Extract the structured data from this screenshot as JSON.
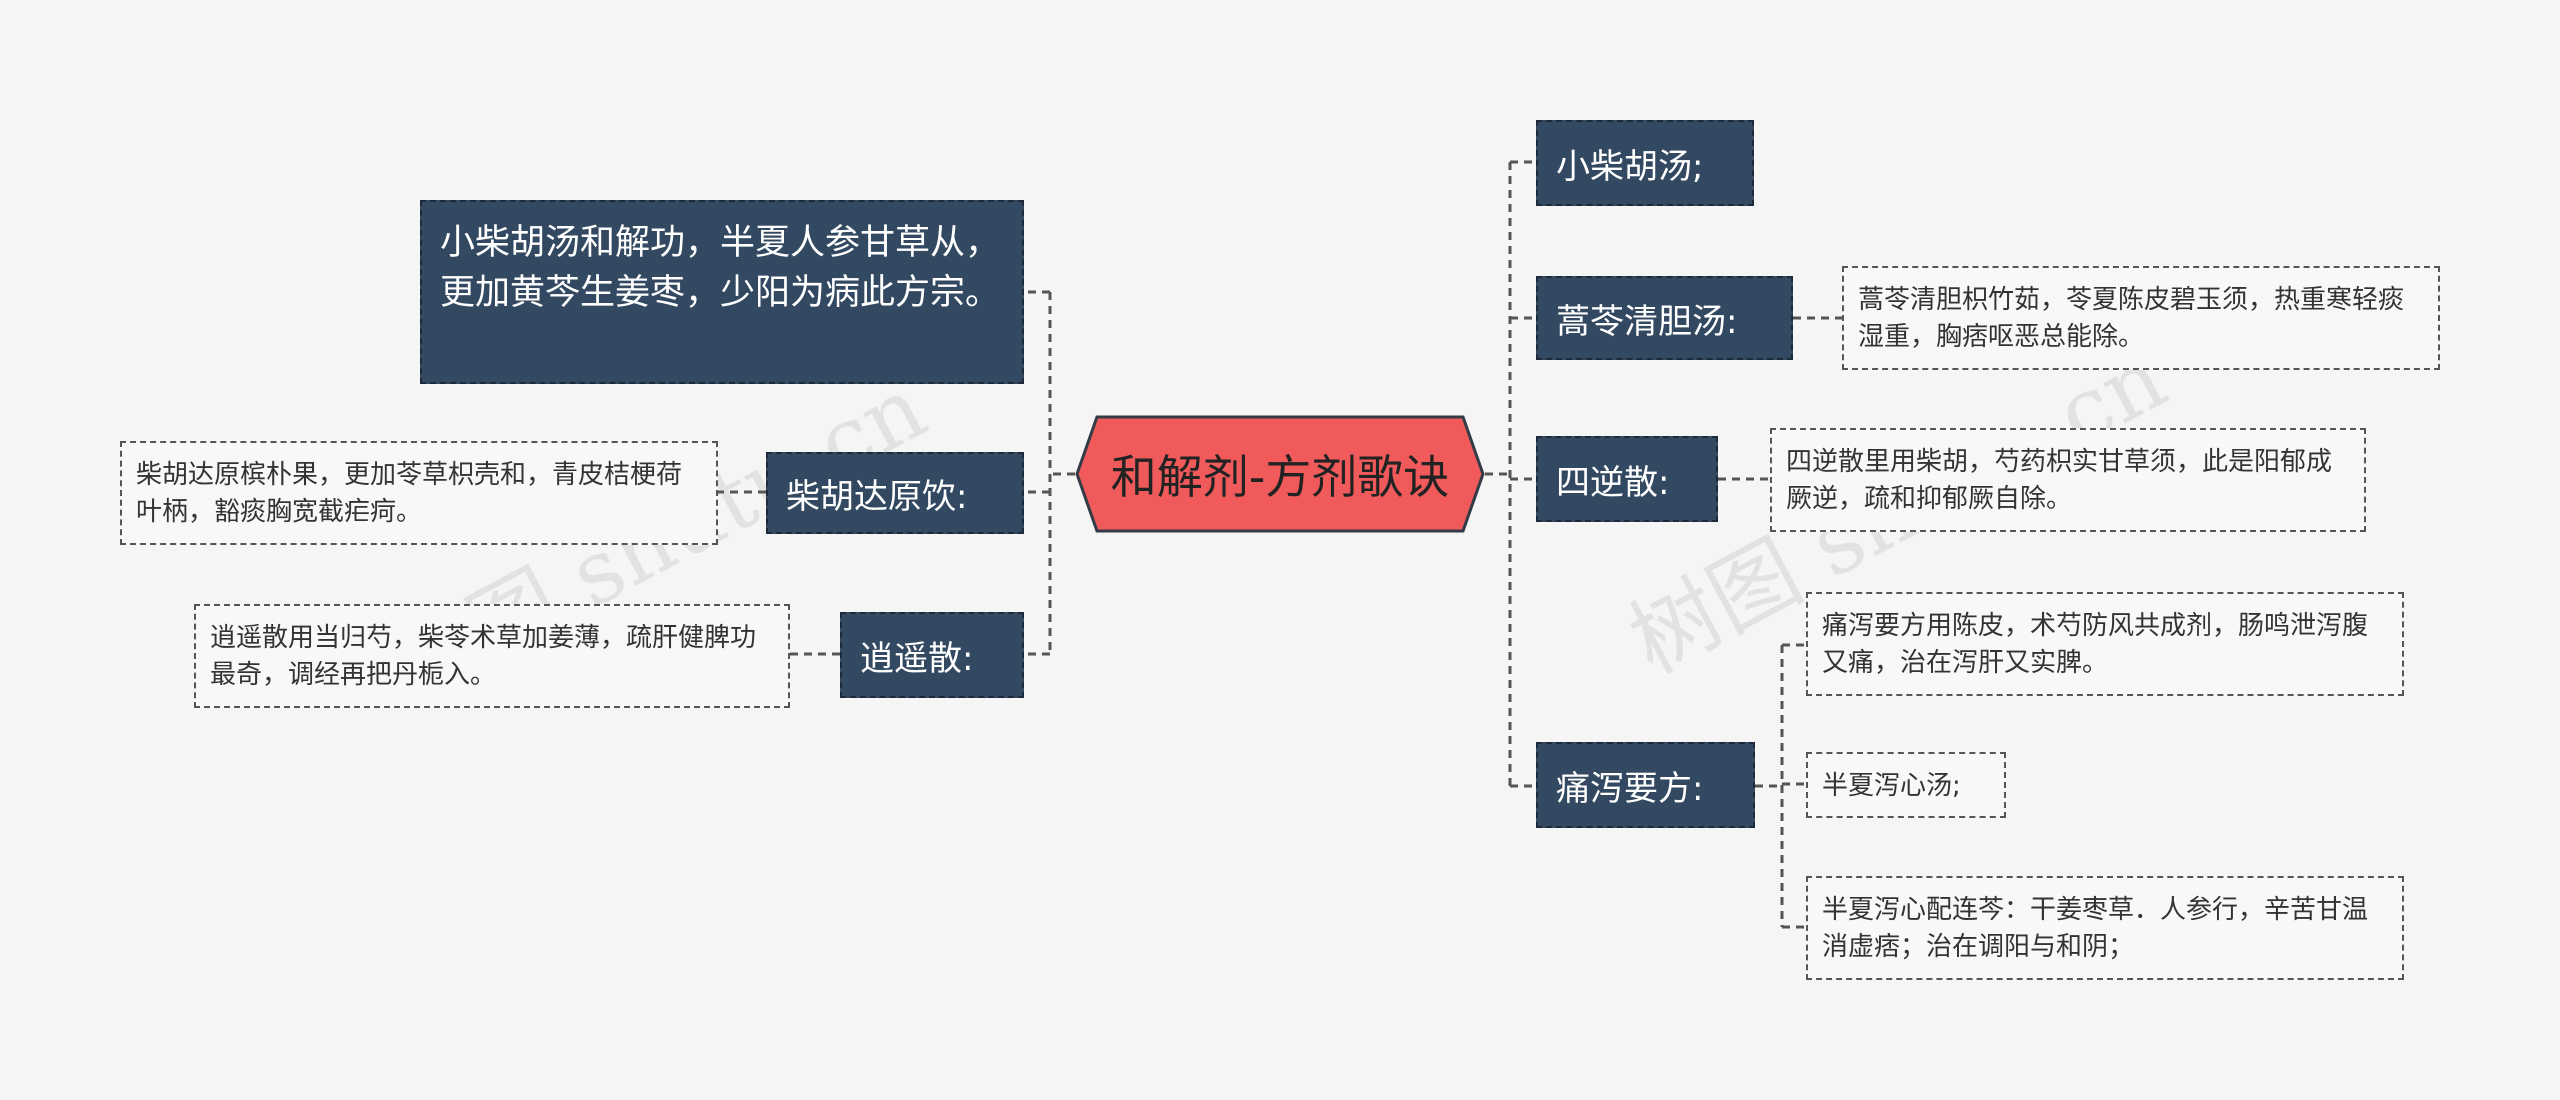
{
  "center": {
    "label": "和解剂-方剂歌诀"
  },
  "left": {
    "top_block": "小柴胡汤和解功，半夏人参甘草从，更加黄芩生姜枣，少阳为病此方宗。",
    "chaihu_dayuan": {
      "label": "柴胡达原饮:",
      "note": "柴胡达原槟朴果，更加苓草枳壳和，青皮桔梗荷叶柄，豁痰胸宽截疟疴。"
    },
    "xiaoyao": {
      "label": "逍遥散:",
      "note": "逍遥散用当归芍，柴苓术草加姜薄，疏肝健脾功最奇，调经再把丹栀入。"
    }
  },
  "right": {
    "xiao_chaihu": {
      "label": "小柴胡汤;"
    },
    "haoqin": {
      "label": "蒿苓清胆汤:",
      "note": "蒿苓清胆枳竹茹，苓夏陈皮碧玉须，热重寒轻痰湿重，胸痞呕恶总能除。"
    },
    "sini": {
      "label": "四逆散:",
      "note": "四逆散里用柴胡，芍药枳实甘草须，此是阳郁成厥逆，疏和抑郁厥自除。"
    },
    "tongxie": {
      "label": "痛泻要方:",
      "notes": [
        "痛泻要方用陈皮，术芍防风共成剂，肠鸣泄泻腹又痛，治在泻肝又实脾。",
        "半夏泻心汤;",
        "半夏泻心配连芩：干姜枣草．人参行，辛苦甘温消虚痞；治在调阳与和阴；"
      ]
    }
  },
  "watermarks": [
    "树图 shutu.cn",
    "树图 shutu.cn"
  ],
  "colors": {
    "dark_node": "#334961",
    "center_node": "#f05a5a",
    "background": "#f5f5f5"
  }
}
